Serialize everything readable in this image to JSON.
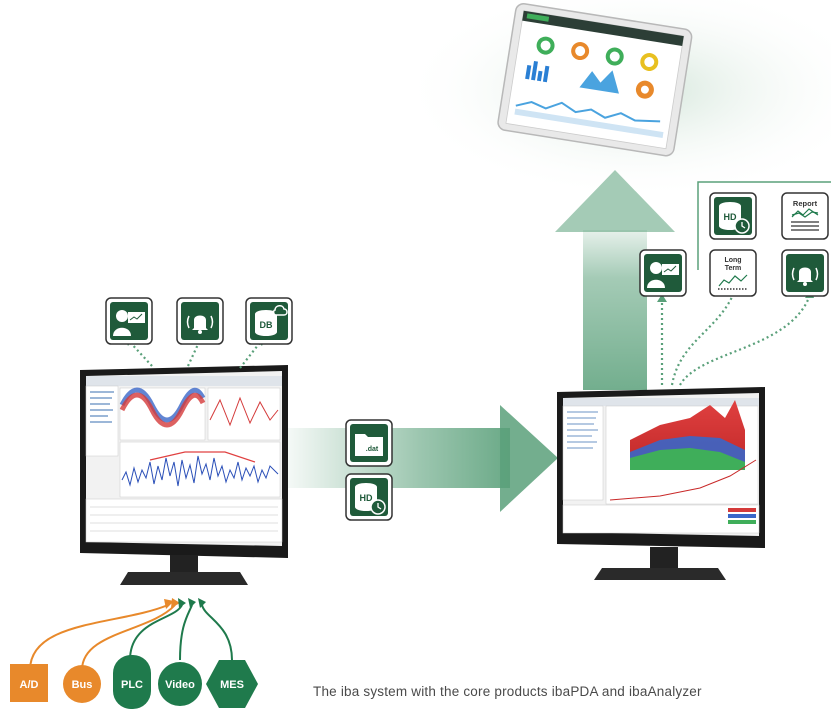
{
  "caption": "The iba system with the core products ibaPDA and ibaAnalyzer",
  "sources": [
    {
      "label": "A/D",
      "color": "#e8892b"
    },
    {
      "label": "Bus",
      "color": "#e8892b"
    },
    {
      "label": "PLC",
      "color": "#1f7a4c"
    },
    {
      "label": "Video",
      "color": "#1f7a4c"
    },
    {
      "label": "MES",
      "color": "#1f7a4c"
    }
  ],
  "icons": {
    "db": "DB",
    "dat": ".dat",
    "hd": "HD",
    "report": "Report",
    "long_term_1": "Long",
    "long_term_2": "Term"
  },
  "colors": {
    "green": "#1f7a4c",
    "orange": "#e8892b",
    "arrow_green": "#5aa07a"
  }
}
